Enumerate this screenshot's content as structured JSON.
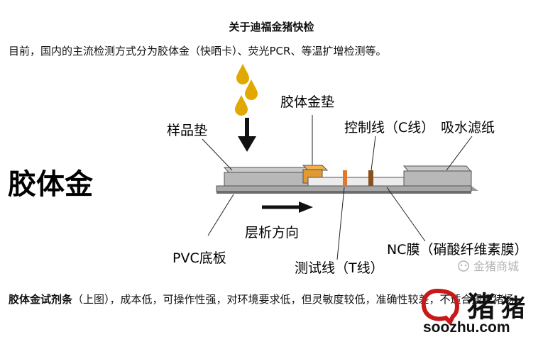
{
  "article": {
    "title": "关于迪福金猪快检",
    "intro": "目前，国内的主流检测方式分为胶体金（快晒卡）、荧光PCR、等温扩增检测等。",
    "paragraph_bold": "胶体金试剂条",
    "paragraph_rest": "（上图），成本低，可操作性强，对环境要求低，但灵敏度较低，准确性较差，不适合规模猪场。"
  },
  "figure": {
    "main_label": "胶体金",
    "labels": {
      "sample_pad": "样品垫",
      "gold_pad": "胶体金垫",
      "control_line": "控制线（C线）",
      "absorbent": "吸水滤纸",
      "flow_direction": "层析方向",
      "pvc": "PVC底板",
      "test_line": "测试线（T线）",
      "nc_membrane": "NC膜（硝酸纤维素膜）"
    },
    "colors": {
      "drop": "#e0a800",
      "gold_pad": "#e09a30",
      "test_line": "#e07830",
      "control_line": "#8a5020",
      "strip_gray": "#b8b8b8",
      "strip_dark": "#6c6c6c"
    }
  },
  "watermark": {
    "wechat": "金猪商城",
    "logo_text": "猪",
    "logo_mark": "soozhu",
    "site": "soozhu.com"
  }
}
